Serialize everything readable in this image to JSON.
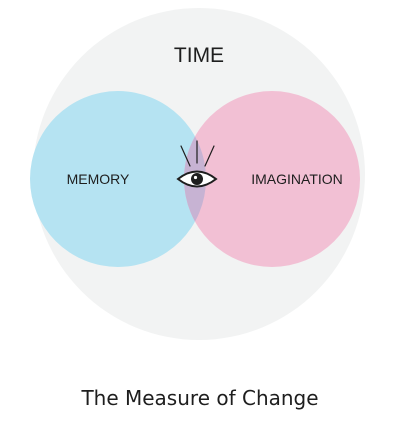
{
  "diagram": {
    "outer_label": "TIME",
    "left_label": "MEMORY",
    "right_label": "IMAGINATION",
    "center_icon": "eye-icon",
    "caption": "The Measure of Change"
  },
  "colors": {
    "outer_circle": "#f2f3f3",
    "left_circle": "#b5e3f2",
    "right_circle": "#f2c0d4",
    "overlap": "#c7b3d3",
    "text": "#1e1e1e"
  }
}
